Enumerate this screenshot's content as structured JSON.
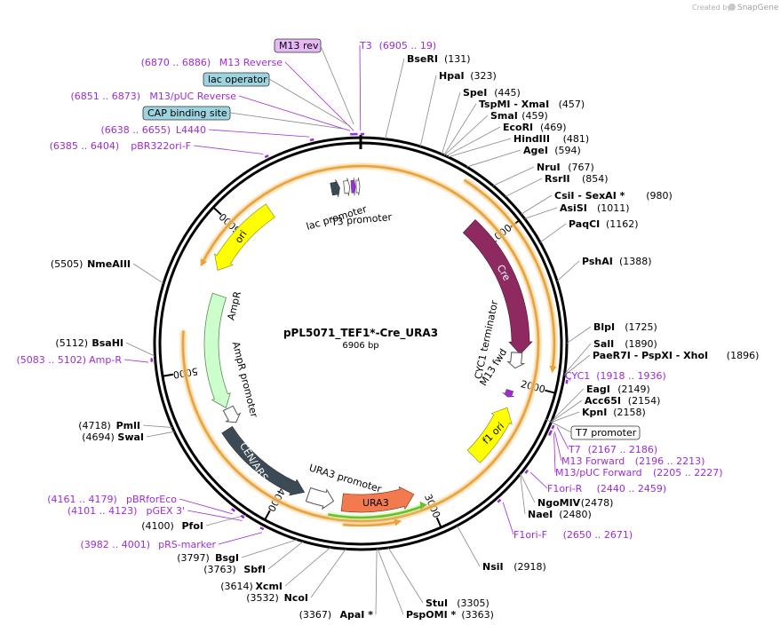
{
  "credit": {
    "prefix": "Created by",
    "brand": "SnapGene"
  },
  "plasmid": {
    "name": "pPL5071_TEF1*-Cre_URA3",
    "length_label": "6906 bp",
    "length": 6906
  },
  "ticks": [
    {
      "pos": 1000,
      "label": "1000"
    },
    {
      "pos": 2000,
      "label": "2000"
    },
    {
      "pos": 3000,
      "label": "3000"
    },
    {
      "pos": 4000,
      "label": "4000"
    },
    {
      "pos": 5000,
      "label": "5000"
    },
    {
      "pos": 6000,
      "label": "6000"
    }
  ],
  "enzymes_right": [
    {
      "name": "BseRI",
      "coord": "(131)",
      "pos": 131
    },
    {
      "name": "HpaI",
      "coord": "(323)",
      "pos": 323
    },
    {
      "name": "SpeI",
      "coord": "(445)",
      "pos": 445
    },
    {
      "name": "TspMI - XmaI",
      "coord": "(457)",
      "pos": 457
    },
    {
      "name": "SmaI",
      "coord": "(459)",
      "pos": 459
    },
    {
      "name": "EcoRI",
      "coord": "(469)",
      "pos": 469
    },
    {
      "name": "HindIII",
      "coord": "(481)",
      "pos": 481
    },
    {
      "name": "AgeI",
      "coord": "(594)",
      "pos": 594
    },
    {
      "name": "NruI",
      "coord": "(767)",
      "pos": 767
    },
    {
      "name": "RsrII",
      "coord": "(854)",
      "pos": 854
    },
    {
      "name": "CsiI - SexAI *",
      "coord": "(980)",
      "pos": 980
    },
    {
      "name": "AsiSI",
      "coord": "(1011)",
      "pos": 1011
    },
    {
      "name": "PaqCI",
      "coord": "(1162)",
      "pos": 1162
    },
    {
      "name": "PshAI",
      "coord": "(1388)",
      "pos": 1388
    },
    {
      "name": "BlpI",
      "coord": "(1725)",
      "pos": 1725
    },
    {
      "name": "SalI",
      "coord": "(1890)",
      "pos": 1890
    },
    {
      "name": "PaeR7I - PspXI - XhoI",
      "coord": "(1896)",
      "pos": 1896
    },
    {
      "name": "EagI",
      "coord": "(2149)",
      "pos": 2149
    },
    {
      "name": "Acc65I",
      "coord": "(2154)",
      "pos": 2154
    },
    {
      "name": "KpnI",
      "coord": "(2158)",
      "pos": 2158
    },
    {
      "name": "NgoMIV",
      "coord": "(2478)",
      "pos": 2478
    },
    {
      "name": "NaeI",
      "coord": "(2480)",
      "pos": 2480
    },
    {
      "name": "NsiI",
      "coord": "(2918)",
      "pos": 2918
    },
    {
      "name": "StuI",
      "coord": "(3305)",
      "pos": 3305
    },
    {
      "name": "PspOMI *",
      "coord": "(3363)",
      "pos": 3363
    }
  ],
  "enzymes_left": [
    {
      "name": "ApaI *",
      "coord": "(3367)",
      "pos": 3367
    },
    {
      "name": "NcoI",
      "coord": "(3532)",
      "pos": 3532
    },
    {
      "name": "XcmI",
      "coord": "(3614)",
      "pos": 3614
    },
    {
      "name": "SbfI",
      "coord": "(3763)",
      "pos": 3763
    },
    {
      "name": "BsgI",
      "coord": "(3797)",
      "pos": 3797
    },
    {
      "name": "PfoI",
      "coord": "(4100)",
      "pos": 4100
    },
    {
      "name": "SwaI",
      "coord": "(4694)",
      "pos": 4694
    },
    {
      "name": "PmlI",
      "coord": "(4718)",
      "pos": 4718
    },
    {
      "name": "BsaHI",
      "coord": "(5112)",
      "pos": 5112
    },
    {
      "name": "NmeAIII",
      "coord": "(5505)",
      "pos": 5505
    }
  ],
  "primers_right": [
    {
      "name": "T3",
      "coord": "(6905 .. 19)",
      "pos": 6905
    },
    {
      "name": "CYC1",
      "coord": "(1918 .. 1936)",
      "pos": 1918
    },
    {
      "name": "T7",
      "coord": "(2167 .. 2186)",
      "pos": 2167
    },
    {
      "name": "M13 Forward",
      "coord": "(2196 .. 2213)",
      "pos": 2196
    },
    {
      "name": "M13/pUC Forward",
      "coord": "(2205 .. 2227)",
      "pos": 2205
    },
    {
      "name": "F1ori-R",
      "coord": "(2440 .. 2459)",
      "pos": 2440
    },
    {
      "name": "F1ori-F",
      "coord": "(2650 .. 2671)",
      "pos": 2650
    }
  ],
  "primers_left": [
    {
      "name": "M13 Reverse",
      "coord": "(6870 .. 6886)",
      "pos": 6870
    },
    {
      "name": "M13/pUC Reverse",
      "coord": "(6851 .. 6873)",
      "pos": 6851
    },
    {
      "name": "L4440",
      "coord": "(6638 .. 6655)",
      "pos": 6638
    },
    {
      "name": "pBR322ori-F",
      "coord": "(6385 .. 6404)",
      "pos": 6385
    },
    {
      "name": "Amp-R",
      "coord": "(5083 .. 5102)",
      "pos": 5083
    },
    {
      "name": "pBRforEco",
      "coord": "(4161 .. 4179)",
      "pos": 4161
    },
    {
      "name": "pGEX 3'",
      "coord": "(4101 .. 4123)",
      "pos": 4101
    },
    {
      "name": "pRS-marker",
      "coord": "(3982 .. 4001)",
      "pos": 3982
    }
  ],
  "boxed_labels": {
    "m13_rev": "M13 rev",
    "lac_operator": "lac operator",
    "cap_site": "CAP binding site",
    "t7_promoter": "T7 promoter"
  },
  "features": {
    "cre": "Cre",
    "ura3": "URA3",
    "ori": "ori",
    "f1_ori": "f1 ori",
    "ampr": "AmpR",
    "cen_ars": "CEN/ARS",
    "lac_promoter": "lac promoter",
    "t3_promoter": "T3 promoter",
    "ampr_promoter": "AmpR promoter",
    "ura3_promoter": "URA3 promoter",
    "cyc1_terminator": "CYC1 terminator",
    "m13_fwd": "M13 fwd"
  },
  "colors": {
    "cre": "#8e2a5f",
    "ura3": "#f27a4e",
    "ori": "#ffff00",
    "ampr": "#ccffcc",
    "cen_ars": "#3b4a55",
    "primer": "#9e2bd6",
    "orange_arc": "#e8a33c",
    "green_arc": "#6bbf2a"
  }
}
